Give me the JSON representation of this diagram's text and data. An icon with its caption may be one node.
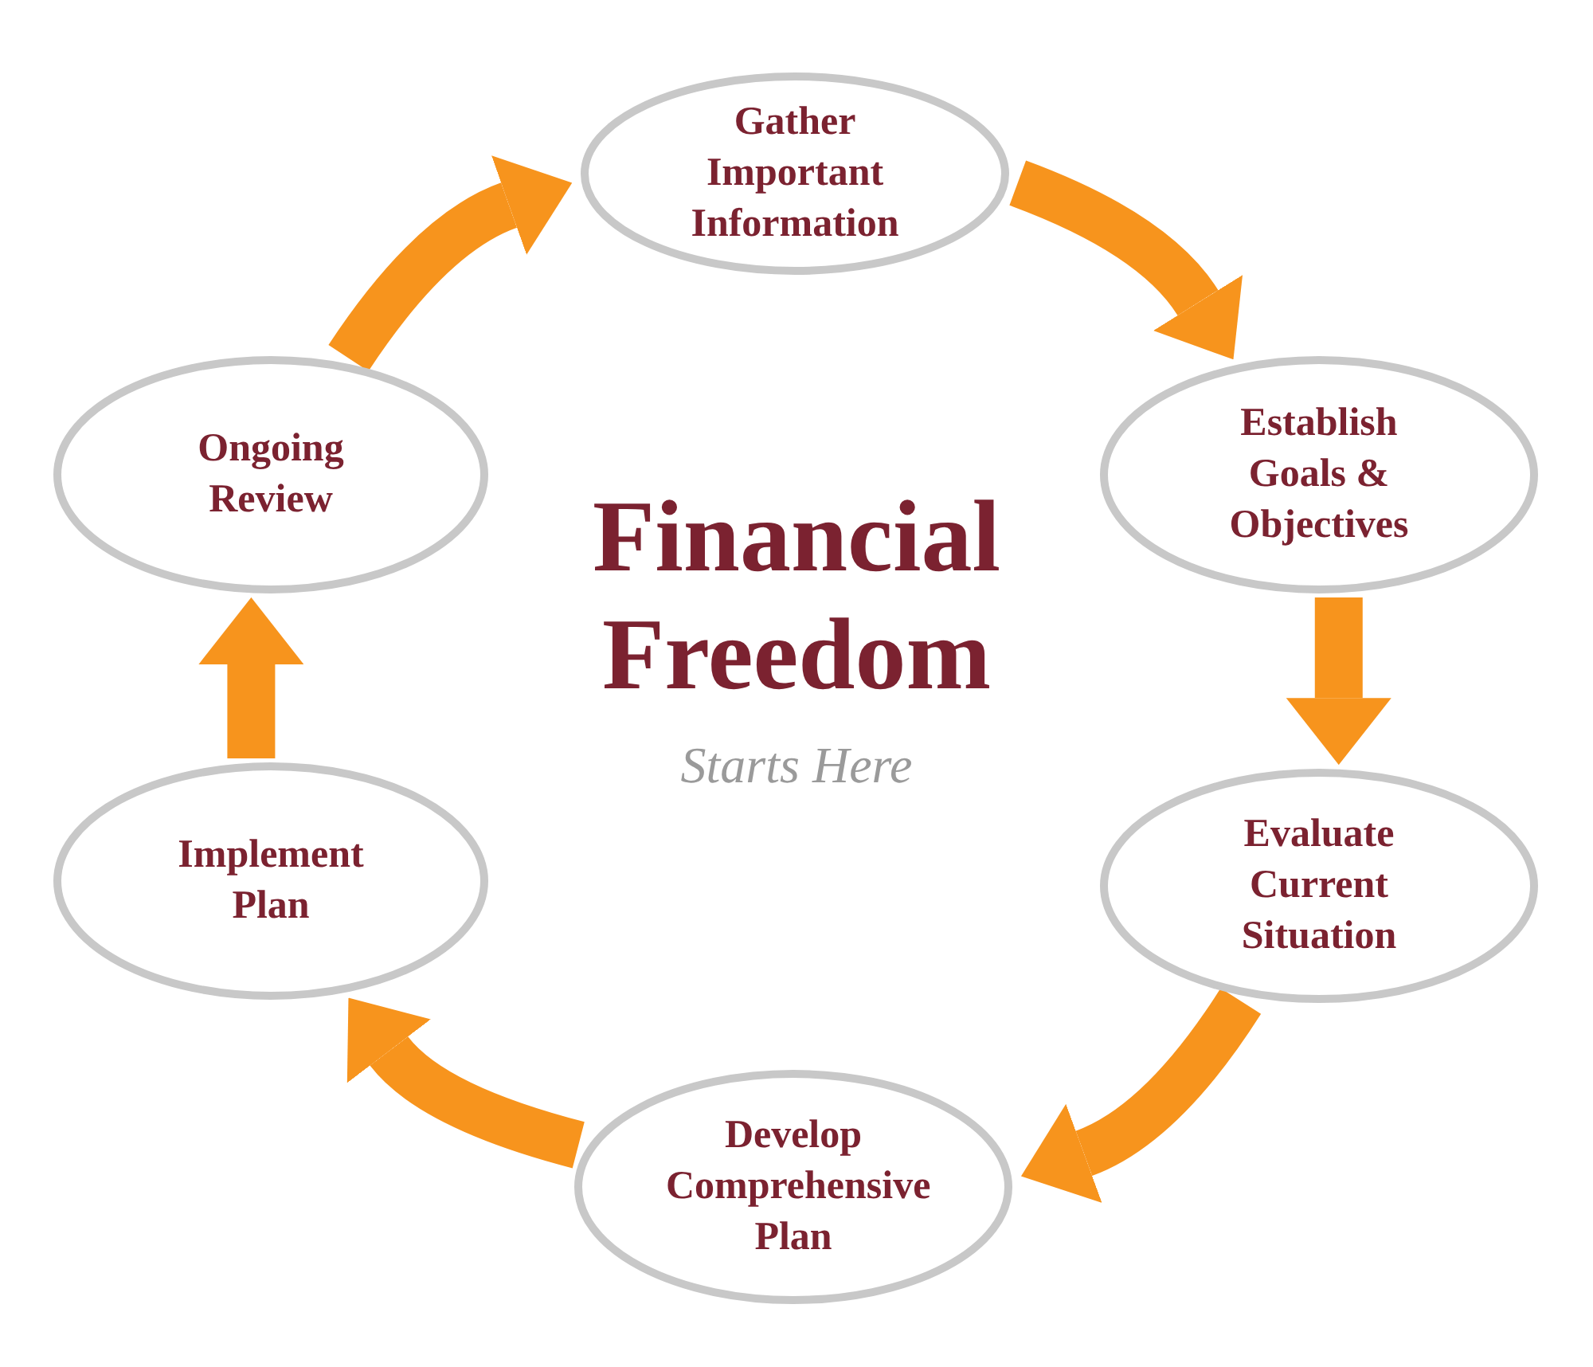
{
  "diagram": {
    "title": "Financial Freedom",
    "nodes": [
      {
        "text": [
          "Gather Important Information"
        ]
      },
      {
        "text": [
          "Establish Goals & Objectives"
        ]
      },
      {
        "text": [
          "Evaluate Current Situation"
        ]
      },
      {
        "text": [
          "Develop Comprehensive Plan"
        ]
      },
      {
        "text": [
          "Implement Plan"
        ]
      },
      {
        "text": [
          "Ongoing Review"
        ]
      }
    ],
    "edges": [
      {
        "from": 0,
        "to": 1,
        "arrow": "to"
      },
      {
        "from": 1,
        "to": 2,
        "arrow": "to"
      },
      {
        "from": 2,
        "to": 3,
        "arrow": "to"
      },
      {
        "from": 3,
        "to": 4,
        "arrow": "to"
      },
      {
        "from": 4,
        "to": 5,
        "arrow": "to"
      },
      {
        "from": 5,
        "to": 0,
        "arrow": "to"
      }
    ],
    "labels": [
      "Starts Here"
    ]
  }
}
